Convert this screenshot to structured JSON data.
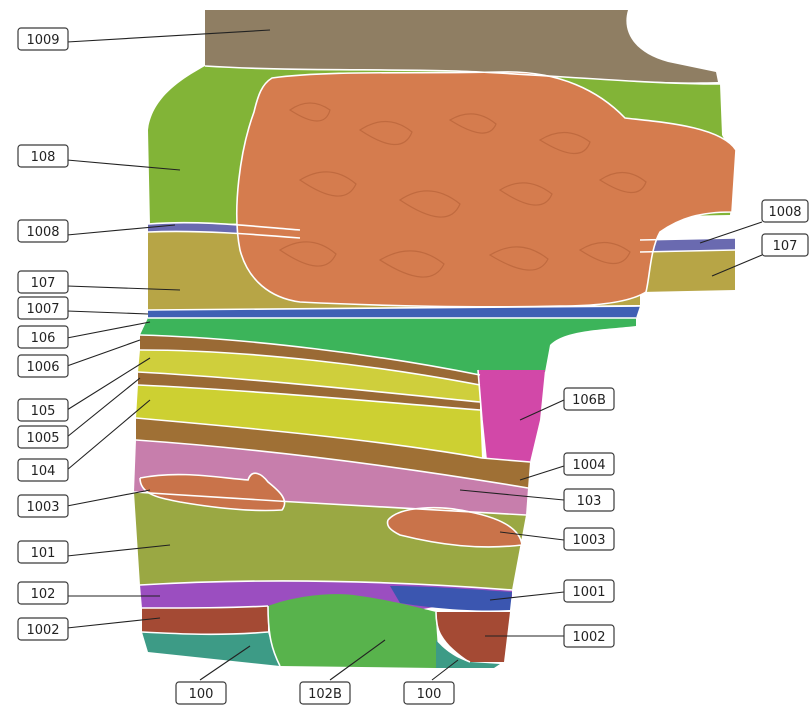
{
  "layer_labels": {
    "l1009": "1009",
    "l108": "108",
    "l1008_left": "1008",
    "l1008_right": "1008",
    "l107_left": "107",
    "l107_right": "107",
    "l1007": "1007",
    "l106": "106",
    "l1006": "1006",
    "l105": "105",
    "l1005": "1005",
    "l104": "104",
    "l1003_left": "1003",
    "l101": "101",
    "l102": "102",
    "l1002_left": "1002",
    "l100_left": "100",
    "l102b": "102B",
    "l100_right": "100",
    "l106b": "106B",
    "l1004": "1004",
    "l103": "103",
    "l1003_right": "1003",
    "l1001": "1001",
    "l1002_right": "1002"
  },
  "layer_colors": {
    "c1009": "#8f7e63",
    "c108": "#82b437",
    "c1008": "#6a6ab0",
    "c107": "#b7a546",
    "c1007": "#4060b4",
    "c106": "#3cb45a",
    "c1006": "#9a6a35",
    "c105": "#cfcf3c",
    "c1005": "#9a6a35",
    "c104": "#cdd032",
    "c106b": "#d248a8",
    "c1004": "#9f7035",
    "c103": "#c77eac",
    "c1003": "#c9734a",
    "c101": "#9aa843",
    "c102": "#9b4ec0",
    "c1001": "#3b56b0",
    "c1002": "#a44a34",
    "c102b": "#58b34c",
    "c100": "#3d9b86",
    "c_stones": "#d57c4e"
  }
}
